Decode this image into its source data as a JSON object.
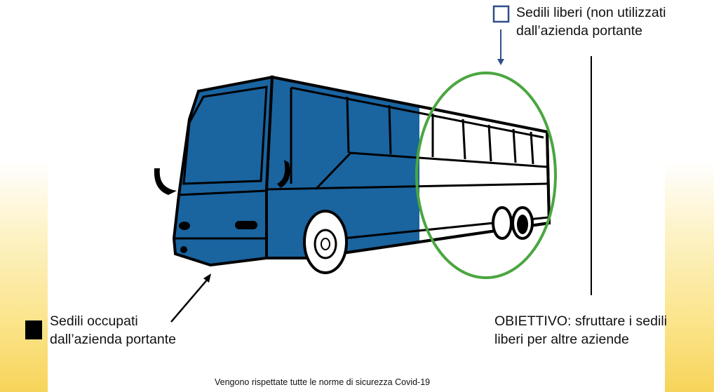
{
  "legend_free": {
    "line1": "Sedili liberi (non utilizzati",
    "line2": "dall’azienda portante"
  },
  "legend_occupied": {
    "line1": "Sedili occupati",
    "line2": "dall’azienda portante"
  },
  "objective": {
    "line1": "OBIETTIVO: sfruttare i sedili",
    "line2": "liberi per altre aziende"
  },
  "footer": "Vengono rispettate tutte le norme di sicurezza Covid-19",
  "colors": {
    "occupied": "#1a64a0",
    "free": "#ffffff",
    "highlight": "#4aa640",
    "free_marker": "#2f4f8a"
  }
}
